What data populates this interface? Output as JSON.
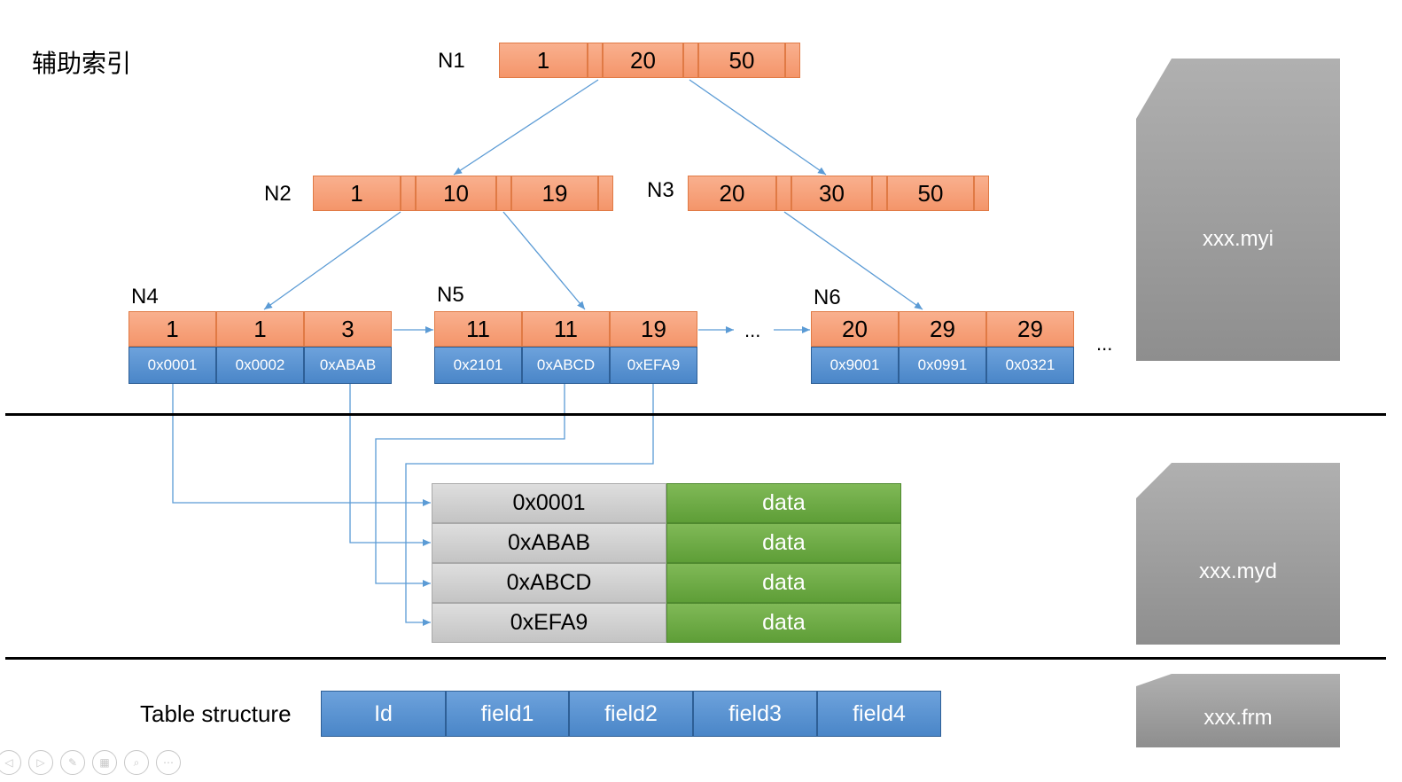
{
  "title": "辅助索引",
  "nodes": {
    "n1": {
      "label": "N1",
      "keys": [
        "1",
        "20",
        "50"
      ]
    },
    "n2": {
      "label": "N2",
      "keys": [
        "1",
        "10",
        "19"
      ]
    },
    "n3": {
      "label": "N3",
      "keys": [
        "20",
        "30",
        "50"
      ]
    },
    "n4": {
      "label": "N4",
      "keys": [
        "1",
        "1",
        "3"
      ],
      "pointers": [
        "0x0001",
        "0x0002",
        "0xABAB"
      ]
    },
    "n5": {
      "label": "N5",
      "keys": [
        "11",
        "11",
        "19"
      ],
      "pointers": [
        "0x2101",
        "0xABCD",
        "0xEFA9"
      ]
    },
    "n6": {
      "label": "N6",
      "keys": [
        "20",
        "29",
        "29"
      ],
      "pointers": [
        "0x9001",
        "0x0991",
        "0x0321"
      ]
    }
  },
  "ellipsis": "...",
  "files": {
    "myi": "xxx.myi",
    "myd": "xxx.myd",
    "frm": "xxx.frm"
  },
  "data_rows": [
    {
      "addr": "0x0001",
      "value": "data"
    },
    {
      "addr": "0xABAB",
      "value": "data"
    },
    {
      "addr": "0xABCD",
      "value": "data"
    },
    {
      "addr": "0xEFA9",
      "value": "data"
    }
  ],
  "table": {
    "label": "Table structure",
    "fields": [
      "Id",
      "field1",
      "field2",
      "field3",
      "field4"
    ]
  },
  "colors": {
    "key": "#f4956a",
    "pointer": "#4a86c8",
    "data": "#5e9e37",
    "addr": "#c4c4c4",
    "file": "#a0a0a0",
    "line": "#5b9bd5"
  }
}
